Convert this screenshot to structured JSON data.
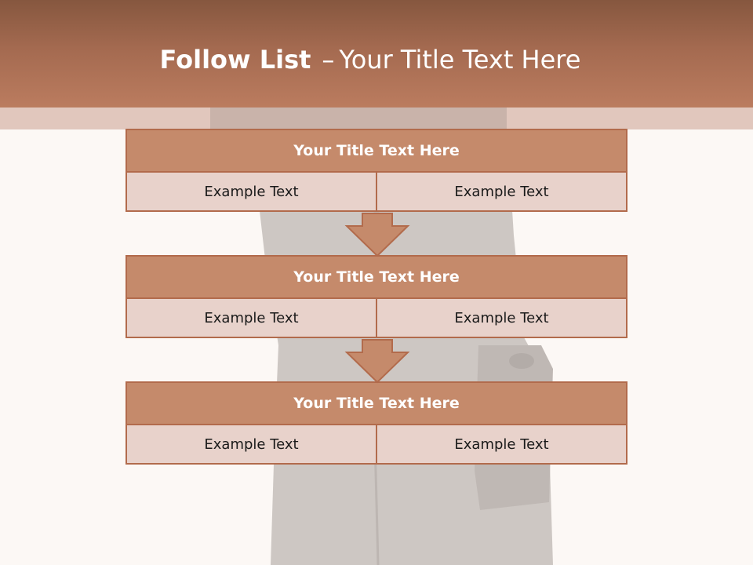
{
  "slide": {
    "title_bold": "Follow List",
    "title_separator": "–",
    "title_rest": "Your Title Text Here"
  },
  "blocks": [
    {
      "title": "Your Title Text Here",
      "left_text": "Example Text",
      "right_text": "Example Text"
    },
    {
      "title": "Your Title Text Here",
      "left_text": "Example Text",
      "right_text": "Example Text"
    },
    {
      "title": "Your Title Text Here",
      "left_text": "Example Text",
      "right_text": "Example Text"
    }
  ],
  "colors": {
    "header": "#a46a50",
    "block_title": "#c58a6b",
    "block_row": "#e8d2cb",
    "border": "#b26b4c",
    "background": "#fcf8f5"
  },
  "icons": {
    "arrow": "down-arrow-icon"
  }
}
